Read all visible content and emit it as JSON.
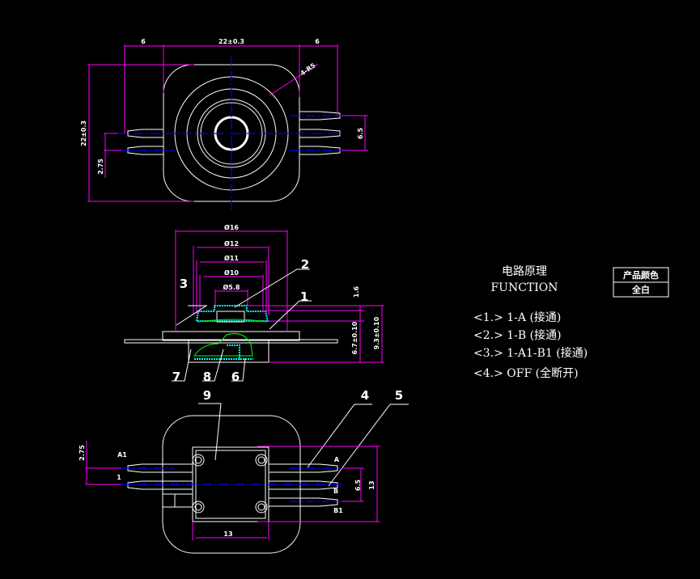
{
  "top_view": {
    "dim_left": "6",
    "dim_width": "22±0.3",
    "dim_right": "6",
    "dim_height": "22±0.3",
    "dim_pin_offset": "2.75",
    "dim_pin_pitch": "6.5",
    "radius_note": "4-R5"
  },
  "side_view": {
    "dia_16": "Ø16",
    "dia_12": "Ø12",
    "dia_11": "Ø11",
    "dia_10": "Ø10",
    "dia_5_8": "Ø5.8",
    "dim_1_6": "1.6",
    "dim_6_7": "6.7±0.10",
    "dim_9_3": "9.3±0.10",
    "callouts": [
      "1",
      "2",
      "3",
      "6",
      "7",
      "8"
    ]
  },
  "bottom_view": {
    "callouts": [
      "9",
      "4",
      "5"
    ],
    "pin_labels": [
      "A1",
      "1",
      "A",
      "B",
      "B1"
    ],
    "dim_pin_offset": "2.75",
    "dim_pin_pitch": "6.5",
    "dim_height": "13",
    "dim_width": "13"
  },
  "function": {
    "title_cn": "电路原理",
    "title_en": "FUNCTION",
    "items": [
      "<1.> 1-A (接通)",
      "<2.> 1-B (接通)",
      "<3.> 1-A1-B1 (接通)",
      "<4.> OFF (全断开)"
    ]
  },
  "color_table": {
    "header": "产品颜色",
    "value": "全白"
  }
}
